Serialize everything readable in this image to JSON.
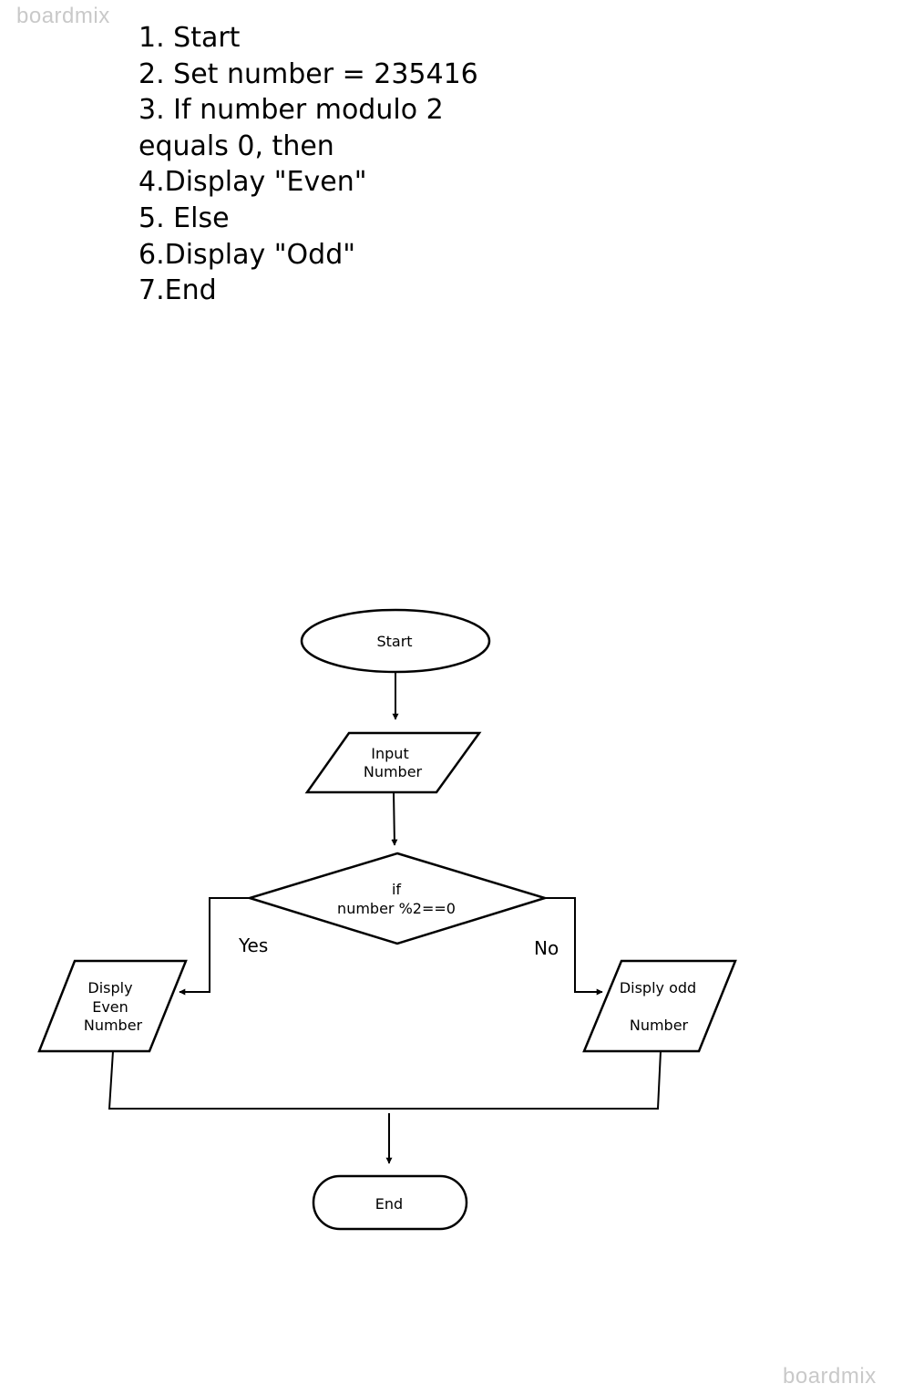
{
  "watermark": "boardmix",
  "algorithm_steps": [
    "1. Start",
    "2. Set number = 235416",
    "3. If number modulo 2",
    "equals 0, then",
    "4.Display \"Even\"",
    "5. Else",
    "6.Display \"Odd\"",
    "7.End"
  ],
  "flowchart": {
    "start": "Start",
    "input": [
      "Input",
      "Number"
    ],
    "decision": [
      "if",
      "number %2==0"
    ],
    "yes_label": "Yes",
    "no_label": "No",
    "even_output": [
      "Disply",
      "Even",
      "Number"
    ],
    "odd_output": [
      "Disply odd",
      "Number"
    ],
    "end": "End"
  }
}
